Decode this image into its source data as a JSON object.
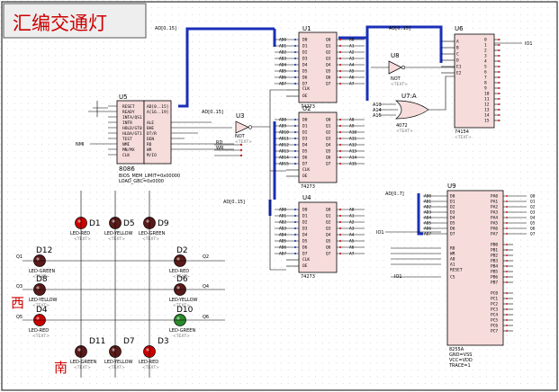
{
  "title": "汇编交通灯",
  "directions": {
    "west": "西",
    "south": "南"
  },
  "bus_labels": {
    "top_left": "AD[0..15]",
    "top_right": "AD[0..15]",
    "u5_ad": "AD[0..15]",
    "u4_bus": "AD[0..15]",
    "u9_bus": "AD[0..7]"
  },
  "chips": {
    "u1": {
      "ref": "U1",
      "part": "74273"
    },
    "u2": {
      "ref": "U2",
      "part": "74273"
    },
    "u4": {
      "ref": "U4",
      "part": "74273"
    },
    "u3": {
      "ref": "U3",
      "part": "NOT",
      "text": "<TEXT>"
    },
    "u8": {
      "ref": "U8",
      "part": "NOT",
      "text": "<TEXT>"
    },
    "u7": {
      "ref": "U7:A",
      "part": "4072",
      "text": "<TEXT>"
    },
    "u6": {
      "ref": "U6",
      "part": "74154",
      "text": "<TEXT>"
    },
    "u9": {
      "ref": "U9",
      "part": "8255A",
      "power": [
        "GND=VSS",
        "VCC=VDD",
        "TRACE=1"
      ]
    },
    "u5": {
      "ref": "U5",
      "pins_left": [
        "RESET",
        "READY",
        "INTA/QS1",
        "INTR",
        "HOLD/GT0",
        "HLDA/GT1",
        "TEST",
        "NMI",
        "MN/MX",
        "CLK"
      ],
      "pins_right": [
        "AD[0..15]",
        "A[16..19]",
        "ALE",
        "BHE",
        "DT/R",
        "DEN",
        "RD",
        "WR",
        "M/IO"
      ],
      "part": "8086",
      "notes": [
        "BIOS_MEM_LIMIT=0x00000",
        "LOAD_GBC=0x0000"
      ]
    }
  },
  "lights": {
    "north_labels": [
      "D1",
      "D5",
      "D9"
    ],
    "north_types": [
      "LED-RED",
      "LED-YELLOW",
      "LED-GREEN"
    ],
    "west_labels": [
      "D12",
      "D8",
      "D4"
    ],
    "west_types": [
      "LED-GREEN",
      "LED-YELLOW",
      "LED-RED"
    ],
    "east_labels": [
      "D2",
      "D6",
      "D10"
    ],
    "east_types": [
      "LED-RED",
      "LED-YELLOW",
      "LED-GREEN"
    ],
    "south_labels": [
      "D11",
      "D7",
      "D3"
    ],
    "south_types": [
      "LED-GREEN",
      "LED-YELLOW",
      "LED-RED"
    ],
    "text_placeholder": "<TEXT>",
    "q_labels": [
      "Q1",
      "Q2",
      "Q3",
      "Q4",
      "Q5",
      "Q6",
      "Q7"
    ],
    "colors": {
      "red": "#cc0000",
      "dark": "#5a1a1a",
      "green": "#2a8a2a",
      "yellow": "#d8c800"
    }
  },
  "net_labels": {
    "rd": "RD",
    "wr": "WR",
    "nmi": "NMI",
    "io1": "IO1",
    "io1b": "IO1",
    "a_pins": [
      "A0",
      "A1",
      "A2",
      "A3",
      "A4",
      "A5",
      "A6",
      "A7",
      "A8",
      "A9",
      "A10",
      "A11",
      "A12",
      "A13",
      "A14",
      "A15"
    ],
    "ad_pins": [
      "AD0",
      "AD1",
      "AD2",
      "AD3",
      "AD4",
      "AD5",
      "AD6",
      "AD7"
    ],
    "ad_pins_hi": [
      "AD8",
      "AD9",
      "AD10",
      "AD11",
      "AD12",
      "AD13",
      "AD14",
      "AD15"
    ],
    "q_out": [
      "Q0",
      "Q1",
      "Q2",
      "Q3",
      "Q4",
      "Q5",
      "Q6",
      "Q7"
    ],
    "d_in": [
      "D0",
      "D1",
      "D2",
      "D3",
      "D4",
      "D5",
      "D6",
      "D7"
    ],
    "pa": [
      "PA0",
      "PA1",
      "PA2",
      "PA3",
      "PA4",
      "PA5",
      "PA6",
      "PA7"
    ],
    "pb": [
      "PB0",
      "PB1",
      "PB2",
      "PB3",
      "PB4",
      "PB5",
      "PB6",
      "PB7"
    ],
    "pc": [
      "PC0",
      "PC1",
      "PC2",
      "PC3",
      "PC4",
      "PC5",
      "PC6",
      "PC7"
    ],
    "u9_ctrl": [
      "RD",
      "WR",
      "A0",
      "A1",
      "RESET",
      "CS"
    ],
    "clk": "CLK",
    "oe": "OE",
    "u6_in": [
      "A",
      "B",
      "C",
      "D",
      "E1",
      "E2"
    ],
    "u6_out": [
      "0",
      "1",
      "2",
      "3",
      "4",
      "5",
      "6",
      "7",
      "8",
      "9",
      "10",
      "11",
      "12",
      "13",
      "14",
      "15"
    ]
  }
}
